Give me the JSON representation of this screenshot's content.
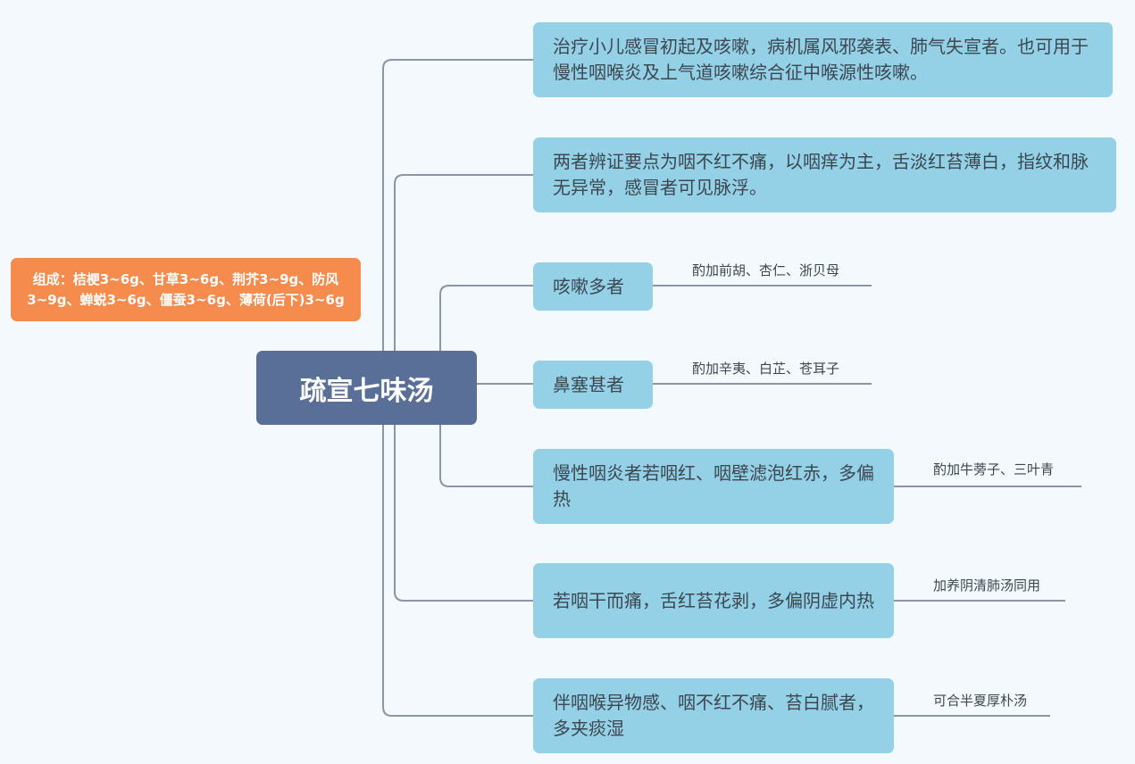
{
  "root": {
    "title": "疏宣七味汤"
  },
  "composition": "组成：桔梗3~6g、甘草3~6g、荆芥3~9g、防风3~9g、蝉蜕3~6g、僵蚕3~6g、薄荷(后下)3~6g",
  "branches": [
    {
      "text": "治疗小儿感冒初起及咳嗽，病机属风邪袭表、肺气失宣者。也可用于慢性咽喉炎及上气道咳嗽综合征中喉源性咳嗽。"
    },
    {
      "text": "两者辨证要点为咽不红不痛，以咽痒为主，舌淡红苔薄白，指纹和脉无异常，感冒者可见脉浮。"
    },
    {
      "text": "咳嗽多者",
      "note": "酌加前胡、杏仁、浙贝母"
    },
    {
      "text": "鼻塞甚者",
      "note": "酌加辛夷、白芷、苍耳子"
    },
    {
      "text": "慢性咽炎者若咽红、咽壁滤泡红赤，多偏热",
      "note": "酌加牛蒡子、三叶青"
    },
    {
      "text": "若咽干而痛，舌红苔花剥，多偏阴虚内热",
      "note": "加养阴清肺汤同用"
    },
    {
      "text": "伴咽喉异物感、咽不红不痛、苔白腻者，多夹痰湿",
      "note": "可合半夏厚朴汤"
    }
  ],
  "colors": {
    "root": "#5a6f97",
    "node": "#94d0e6",
    "composition": "#f58b4c",
    "line": "#8a96a8"
  }
}
